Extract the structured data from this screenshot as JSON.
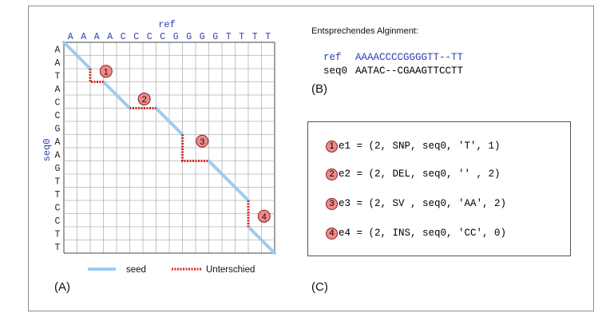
{
  "diagram": {
    "ref_label": "ref",
    "seq_label": "seq0",
    "ref_letters": [
      "A",
      "A",
      "A",
      "A",
      "C",
      "C",
      "C",
      "C",
      "G",
      "G",
      "G",
      "G",
      "T",
      "T",
      "T",
      "T"
    ],
    "seq_letters": [
      "A",
      "A",
      "T",
      "A",
      "C",
      "C",
      "G",
      "A",
      "A",
      "G",
      "T",
      "T",
      "C",
      "C",
      "T",
      "T"
    ],
    "markers": [
      "1",
      "2",
      "3",
      "4"
    ],
    "legend": {
      "seed": "seed",
      "diff": "Unterschied"
    },
    "colors": {
      "seed": "#9ecbf0",
      "diff": "#e02020",
      "grid": "#b4b4b4",
      "marker_fill": "#f08a8a",
      "marker_stroke": "#8a1d1d",
      "letters": "#2b3fae"
    }
  },
  "alignment": {
    "title": "Entsprechendes Alginment:",
    "ref_label": "ref",
    "ref_seq": "AAAACCCCGGGGTT--TT",
    "seq_label": "seq0",
    "seq_seq": "AATAC--CGAAGTTCCTT"
  },
  "events": [
    {
      "badge": "1",
      "text": "e1 = (2, SNP, seq0, 'T', 1)"
    },
    {
      "badge": "2",
      "text": "e2 = (2, DEL, seq0, '' , 2)"
    },
    {
      "badge": "3",
      "text": "e3 = (2, SV , seq0, 'AA', 2)"
    },
    {
      "badge": "4",
      "text": "e4 = (2, INS, seq0, 'CC', 0)"
    }
  ],
  "panel_labels": {
    "a": "(A)",
    "b": "(B)",
    "c": "(C)"
  }
}
